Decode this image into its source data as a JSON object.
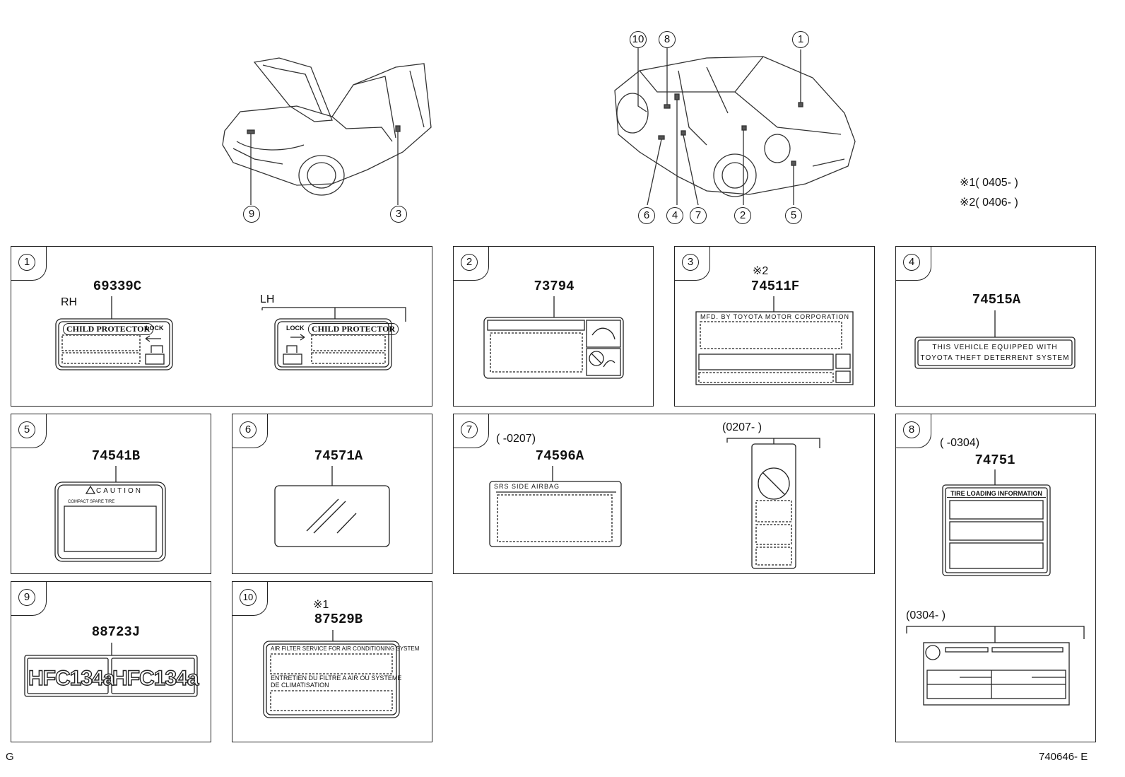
{
  "callouts_top": [
    "1",
    "2",
    "3",
    "4",
    "5",
    "6",
    "7",
    "8",
    "9",
    "10"
  ],
  "notes": {
    "note1": "※1( 0405-        )",
    "note2": "※2( 0406-        )"
  },
  "panels": {
    "p1": {
      "num": "1",
      "part": "69339C",
      "rh": "RH",
      "lh": "LH",
      "label_title": "CHILD PROTECTOR",
      "lock": "LOCK"
    },
    "p2": {
      "num": "2",
      "part": "73794"
    },
    "p3": {
      "num": "3",
      "part": "74511F",
      "mark": "※2",
      "header": "MFD. BY TOYOTA MOTOR CORPORATION"
    },
    "p4": {
      "num": "4",
      "part": "74515A",
      "line1": "THIS VEHICLE EQUIPPED WITH",
      "line2": "TOYOTA THEFT DETERRENT SYSTEM"
    },
    "p5": {
      "num": "5",
      "part": "74541B",
      "caution": "CAUTION",
      "sub": "COMPACT SPARE TIRE"
    },
    "p6": {
      "num": "6",
      "part": "74571A"
    },
    "p7": {
      "num": "7",
      "part": "74596A",
      "range_a": "(        -0207)",
      "range_b": "(0207-        )",
      "srs": "SRS SIDE AIRBAG"
    },
    "p8": {
      "num": "8",
      "part": "74751",
      "range_a": "(        -0304)",
      "range_b": "(0304-        )",
      "tire": "TIRE LOADING INFORMATION"
    },
    "p9": {
      "num": "9",
      "part": "88723J",
      "hfc": "HFC134a"
    },
    "p10": {
      "num": "10",
      "part": "87529B",
      "mark": "※1",
      "line1": "AIR FILTER SERVICE FOR AIR CONDITIONING SYSTEM",
      "line2": "ENTRETIEN DU FILTRE A AIR OU SYSTEME",
      "line3": "DE CLIMATISATION"
    }
  },
  "footer": {
    "left": "G",
    "right": "740646- E"
  }
}
